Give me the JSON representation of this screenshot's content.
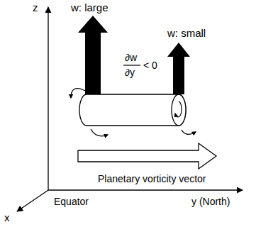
{
  "diagram": {
    "labels": [
      "z",
      "w: large",
      "w: small",
      "∂w",
      "∂y",
      "< 0",
      "Planetary vorticity vector",
      "x",
      "Equator",
      "y (North)"
    ]
  }
}
